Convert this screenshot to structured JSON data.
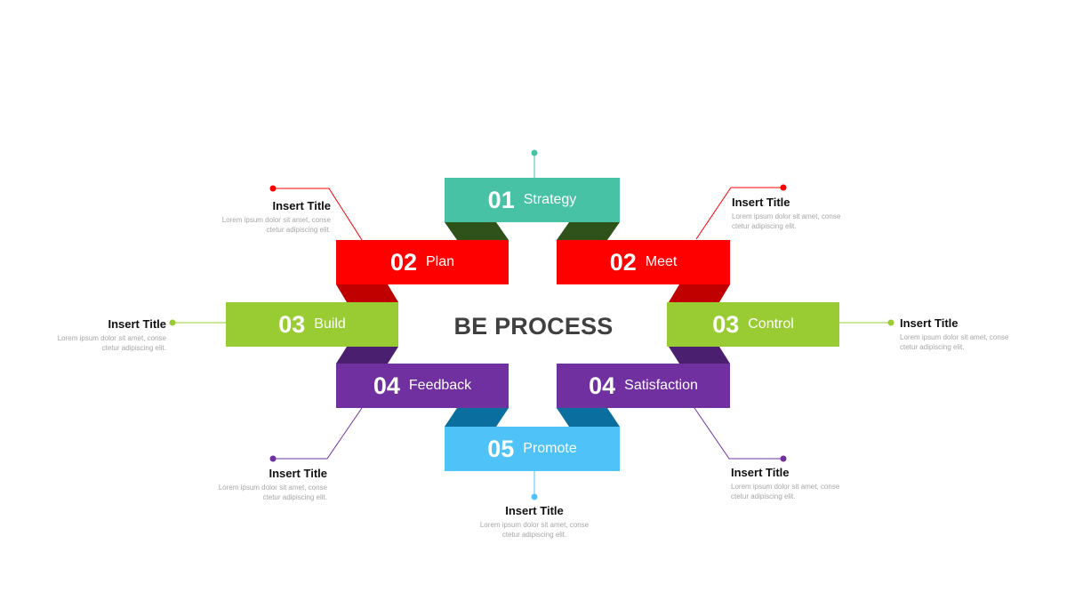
{
  "diagram": {
    "center_title": "BE PROCESS",
    "steps": [
      {
        "id": "strategy",
        "number": "01",
        "label": "Strategy",
        "color": "#48C2A5",
        "fold_color": "#2E5219"
      },
      {
        "id": "plan",
        "number": "02",
        "label": "Plan",
        "color": "#FF0000",
        "fold_color": "#C00000"
      },
      {
        "id": "meet",
        "number": "02",
        "label": "Meet",
        "color": "#FF0000",
        "fold_color": "#C00000"
      },
      {
        "id": "build",
        "number": "03",
        "label": "Build",
        "color": "#99CC33",
        "fold_color": "#547A1A"
      },
      {
        "id": "control",
        "number": "03",
        "label": "Control",
        "color": "#99CC33",
        "fold_color": "#547A1A"
      },
      {
        "id": "feedback",
        "number": "04",
        "label": "Feedback",
        "color": "#7030A0",
        "fold_color": "#4B1F70"
      },
      {
        "id": "satisfaction",
        "number": "04",
        "label": "Satisfaction",
        "color": "#7030A0",
        "fold_color": "#4B1F70"
      },
      {
        "id": "promote",
        "number": "05",
        "label": "Promote",
        "color": "#4FC3F7",
        "fold_color": "#0A6E9E"
      }
    ],
    "callouts": [
      {
        "id": "plan",
        "title": "Insert Title",
        "text1": "Lorem ipsum dolor sit amet, conse",
        "text2": "ctetur adipiscing elit.",
        "color": "#FF0000"
      },
      {
        "id": "meet",
        "title": "Insert Title",
        "text1": "Lorem ipsum dolor sit amet, conse",
        "text2": "ctetur adipiscing elit.",
        "color": "#FF0000"
      },
      {
        "id": "build",
        "title": "Insert Title",
        "text1": "Lorem ipsum dolor sit amet, conse",
        "text2": "ctetur adipiscing elit.",
        "color": "#99CC33"
      },
      {
        "id": "control",
        "title": "Insert Title",
        "text1": "Lorem ipsum dolor sit amet, conse",
        "text2": "ctetur adipiscing elit.",
        "color": "#99CC33"
      },
      {
        "id": "feedback",
        "title": "Insert Title",
        "text1": "Lorem ipsum dolor sit amet, conse",
        "text2": "ctetur adipiscing elit.",
        "color": "#7030A0"
      },
      {
        "id": "satisfaction",
        "title": "Insert Title",
        "text1": "Lorem ipsum dolor sit amet, conse",
        "text2": "ctetur adipiscing elit.",
        "color": "#7030A0"
      },
      {
        "id": "promote",
        "title": "Insert Title",
        "text1": "Lorem ipsum dolor sit amet, conse",
        "text2": "ctetur adipiscing elit.",
        "color": "#4FC3F7"
      },
      {
        "id": "strategy",
        "color": "#48C2A5"
      }
    ]
  }
}
